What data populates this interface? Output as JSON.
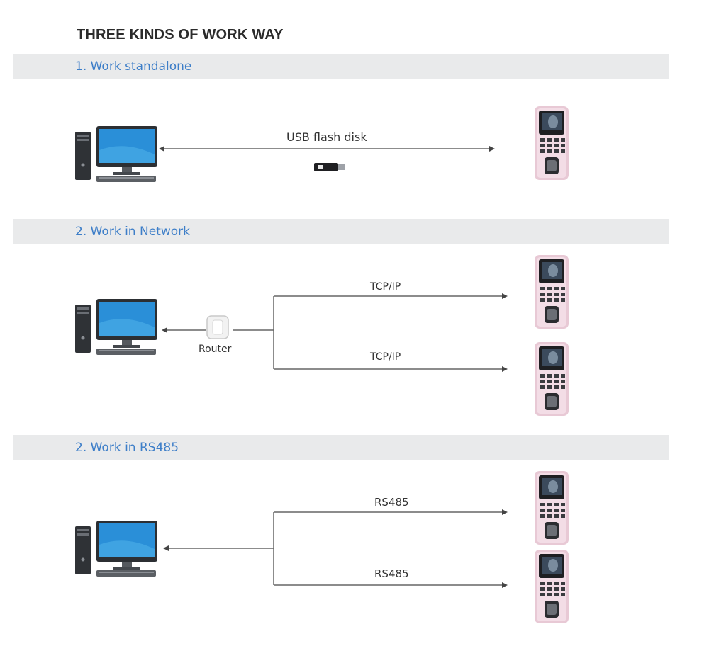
{
  "title": "THREE KINDS OF WORK WAY",
  "sections": [
    {
      "heading": "1. Work standalone",
      "link_label": "USB flash disk"
    },
    {
      "heading": "2. Work in Network",
      "hub_label": "Router",
      "link_labels": [
        "TCP/IP",
        "TCP/IP"
      ]
    },
    {
      "heading": "2. Work in RS485",
      "link_labels": [
        "RS485",
        "RS485"
      ]
    }
  ],
  "icons": [
    "computer-icon",
    "usb-flash-disk-icon",
    "router-icon",
    "attendance-terminal-icon"
  ],
  "colors": {
    "heading_text": "#3d7ec8",
    "band": "#e9eaeb",
    "monitor_screen": "#2a8fd8",
    "terminal_body": "#e8c9d5"
  }
}
